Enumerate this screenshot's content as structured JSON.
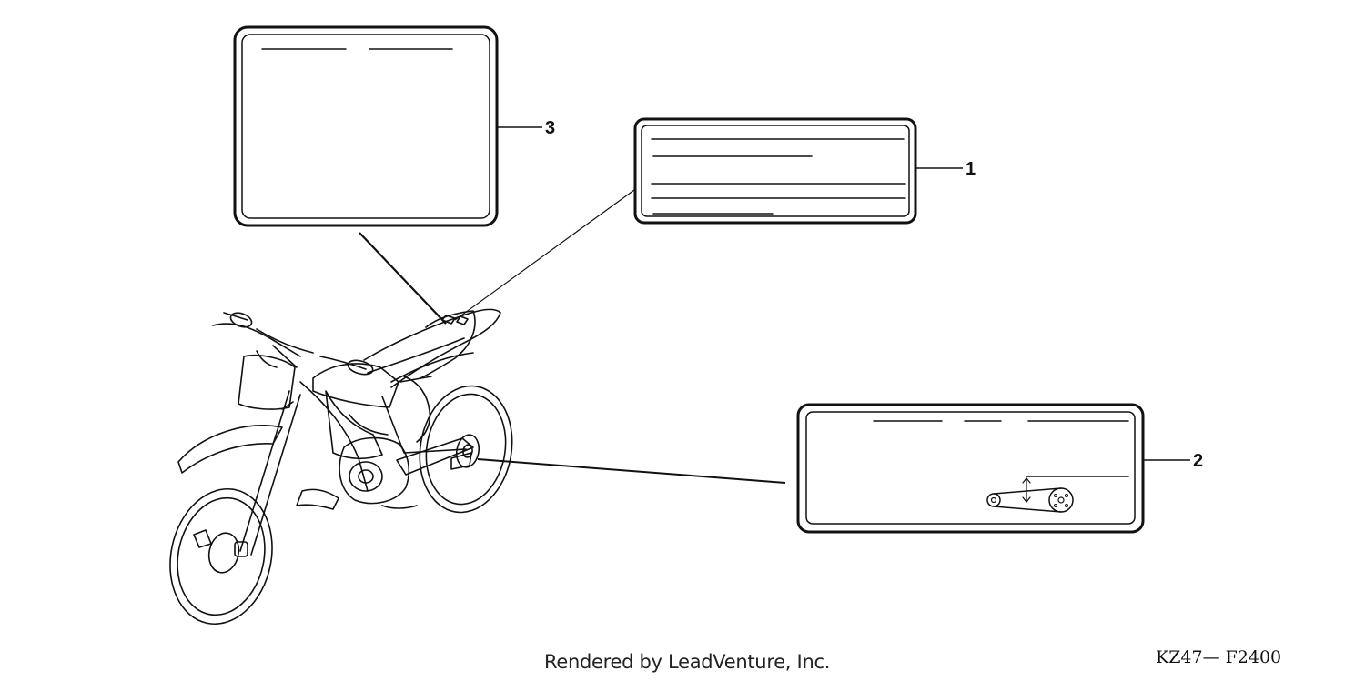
{
  "callouts": {
    "label_1": "1",
    "label_2": "2",
    "label_3": "3"
  },
  "footer": {
    "credit": "Rendered by LeadVenture, Inc.",
    "diagram_code": "KZ47— F2400"
  },
  "colors": {
    "ink": "#111111",
    "background": "#ffffff"
  }
}
